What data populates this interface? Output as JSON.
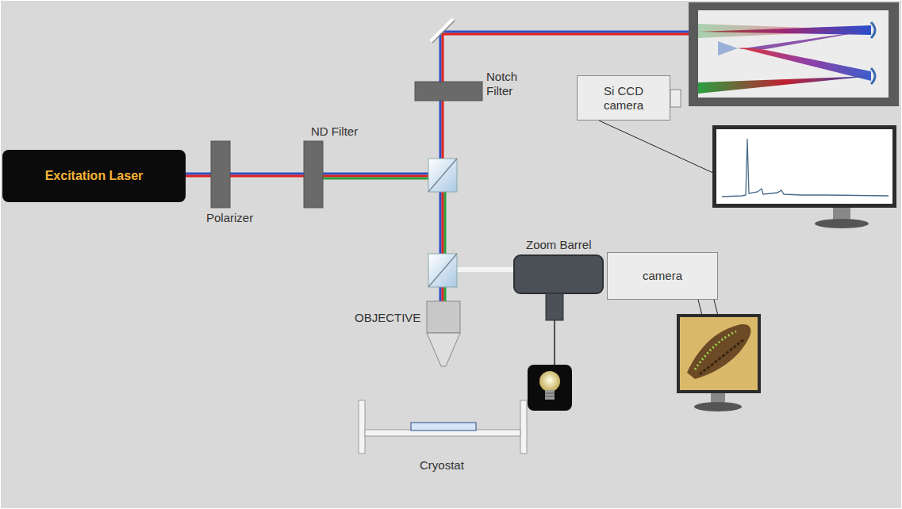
{
  "diagram": {
    "nodes": [
      {
        "text": [
          "Excitation Laser"
        ]
      },
      {
        "text": [
          "Si CCD camera"
        ]
      },
      {
        "text": [
          "camera"
        ]
      }
    ],
    "labels": [
      "Polarizer",
      "ND Filter",
      "Notch Filter",
      "Zoom Barrel",
      "OBJECTIVE",
      "Cryostat"
    ]
  }
}
